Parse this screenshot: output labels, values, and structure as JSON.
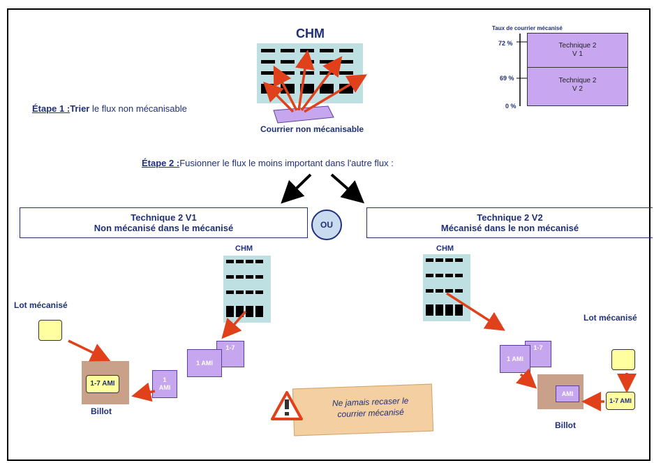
{
  "top": {
    "chm_title": "CHM",
    "step1_label": "Étape 1 :",
    "step1_verb": "Trier",
    "step1_rest": " le flux non mécanisable",
    "courrier_non_mecanisable": "Courrier non mécanisable",
    "step2_label": "Étape 2 :",
    "step2_text": "Fusionner le flux le moins important dans l'autre flux :"
  },
  "rate_chart": {
    "title": "Taux de courrier mécanisé",
    "ticks": [
      "72 %",
      "69 %",
      "0 %"
    ],
    "top_label_line1": "Technique 2",
    "top_label_line2": "V 1",
    "bottom_label_line1": "Technique 2",
    "bottom_label_line2": "V 2"
  },
  "left": {
    "title_line1": "Technique 2 V1",
    "title_line2": "Non mécanisé dans le mécanisé",
    "chm": "CHM",
    "lot": "Lot mécanisé",
    "card_stack": "1 AMI",
    "card_back": "1-7",
    "single_card_line1": "1",
    "single_card_line2": "AMI",
    "billot_card": "1-7 AMI",
    "billot": "Billot"
  },
  "ou": "OU",
  "right": {
    "title_line1": "Technique 2 V2",
    "title_line2": "Mécanisé dans le non mécanisé",
    "chm": "CHM",
    "lot": "Lot mécanisé",
    "card_stack": "1 AMI",
    "card_back": "1-7",
    "billot_card": "AMI",
    "tray_card": "1-7 AMI",
    "billot": "Billot"
  },
  "note": {
    "line1": "Ne jamais recaser le",
    "line2": "courrier mécanisé"
  },
  "colors": {
    "navy": "#1f2f7a",
    "arrow_red": "#e0401a",
    "grid": "#bfe0e3",
    "card": "#c7a6f0",
    "note": "#f4cfa2"
  }
}
